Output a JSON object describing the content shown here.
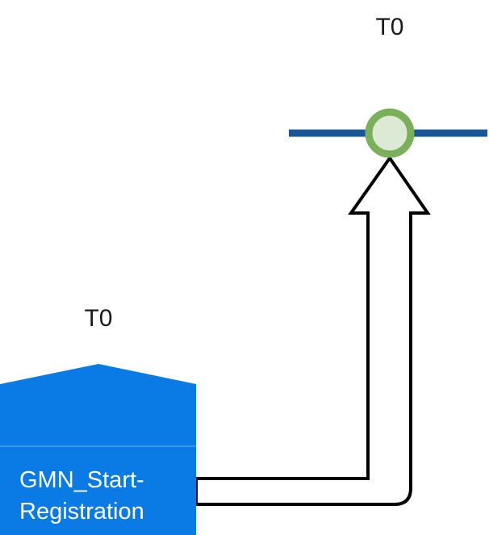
{
  "diagram": {
    "type": "bpmn-process-flow",
    "background_color": "#ffffff",
    "labels": {
      "timeline_label": "T0",
      "task_label": "T0"
    },
    "task_node": {
      "name": "start-registration-task",
      "text_line1": "GMN_Start-",
      "text_line2": "Registration",
      "shape": "pentagon-house",
      "fill_color": "#0a7ae4",
      "text_color": "#ffffff",
      "divider_color": "#3d95ea"
    },
    "timeline": {
      "name": "timeline-bar",
      "color": "#1a5799",
      "stroke_width": 9
    },
    "event_node": {
      "name": "timeline-event-circle",
      "ring_color": "#7ab05a",
      "fill_color": "#dce9d5",
      "ring_width": 9
    },
    "connector": {
      "name": "block-arrow-connector",
      "style": "hollow-block-arrow",
      "outline_color": "#000000",
      "fill_color": "#ffffff",
      "stroke_width": 4,
      "direction": "up"
    }
  }
}
